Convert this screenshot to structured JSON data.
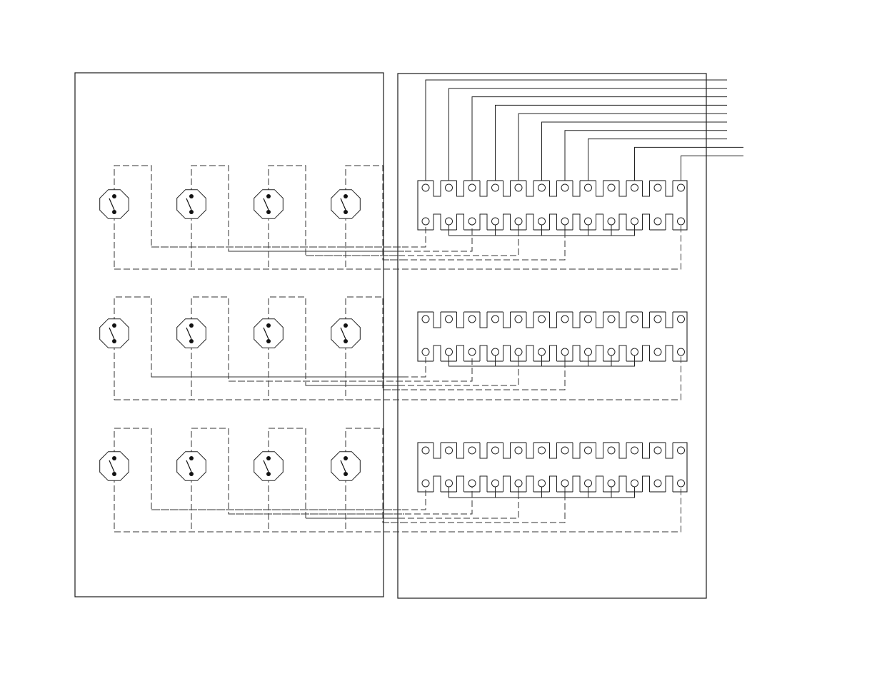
{
  "diagram": {
    "switch_rows": 3,
    "switches_per_row": 4,
    "terminals_per_strip": 12,
    "feed_wires": 10,
    "colors": {
      "line": "#222222",
      "background": "#ffffff"
    }
  }
}
